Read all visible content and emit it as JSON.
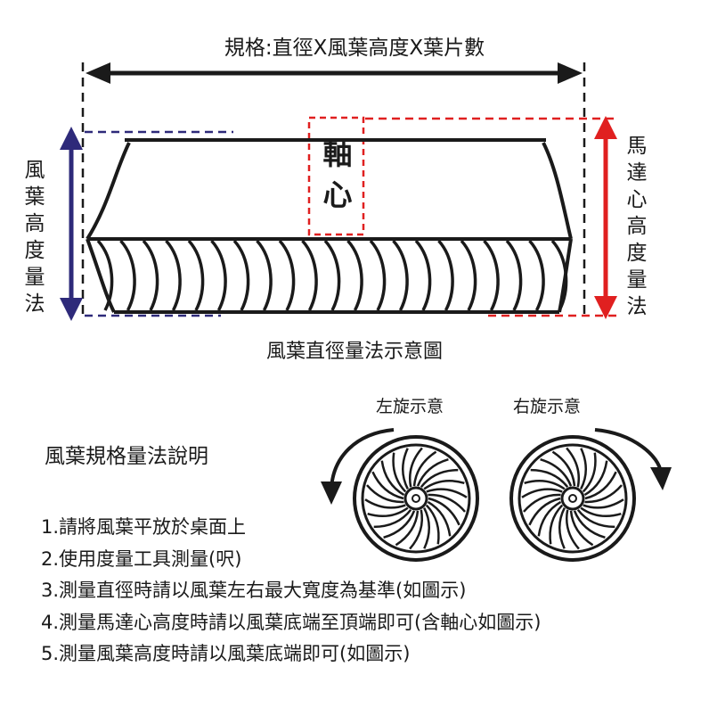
{
  "diagram": {
    "top_dimension_label": "規格:直徑X風葉高度X葉片數",
    "left_dimension_label": "風葉高度量法",
    "right_dimension_label": "馬達心高度量法",
    "axis_label": "軸心",
    "caption": "風葉直徑量法示意圖",
    "colors": {
      "blue": "#2e2a7a",
      "red": "#e02020",
      "black": "#1a1a1a"
    }
  },
  "rotation": {
    "left_label": "左旋示意",
    "right_label": "右旋示意"
  },
  "instructions": {
    "title": "風葉規格量法說明",
    "steps": [
      "1.請將風葉平放於桌面上",
      "2.使用度量工具測量(呎)",
      "3.測量直徑時請以風葉左右最大寬度為基準(如圖示)",
      "4.測量馬達心高度時請以風葉底端至頂端即可(含軸心如圖示)",
      "5.測量風葉高度時請以風葉底端即可(如圖示)"
    ]
  }
}
